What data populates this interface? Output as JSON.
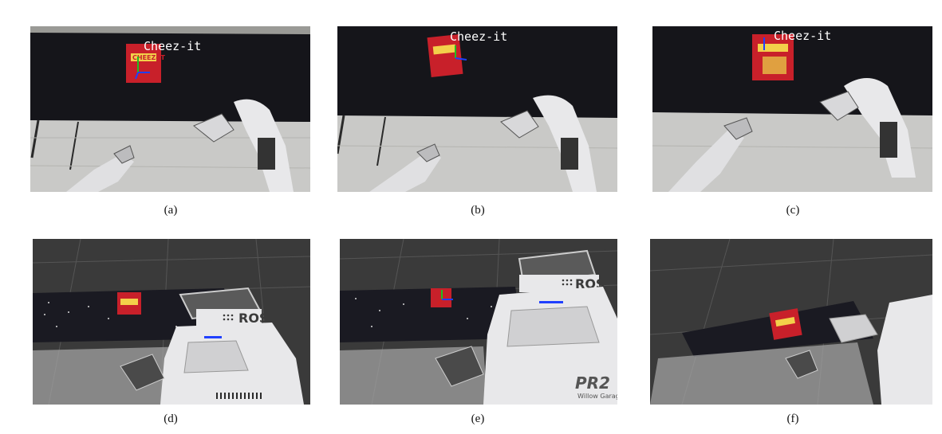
{
  "object_label": "Cheez-it",
  "box_text": "CHEEZ-IT",
  "ros_text": "ROS",
  "pr2_text": "PR2",
  "pr2_subtext": "Willow Garage",
  "captions": {
    "a": "(a)",
    "b": "(b)",
    "c": "(c)",
    "d": "(d)",
    "e": "(e)",
    "f": "(f)"
  },
  "colors": {
    "tablecloth": "#15151a",
    "floor": "#c9c9c7",
    "box_red": "#c8202a",
    "robot_white": "#e8e8ea",
    "rviz_bg": "#3a3a3a",
    "axis_x": "#d02020",
    "axis_y": "#20c020",
    "axis_z": "#2040ff"
  }
}
